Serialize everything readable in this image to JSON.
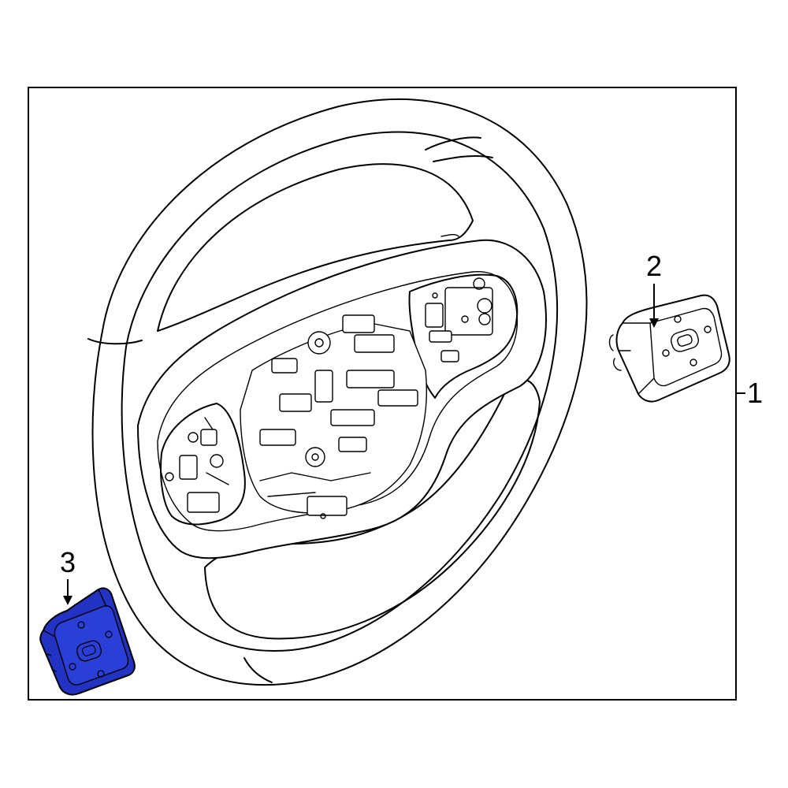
{
  "callouts": {
    "steering_wheel": "1",
    "right_switch": "2",
    "left_switch": "3"
  },
  "colors": {
    "highlight": "#2233c4",
    "line": "#000000",
    "background": "#ffffff"
  }
}
